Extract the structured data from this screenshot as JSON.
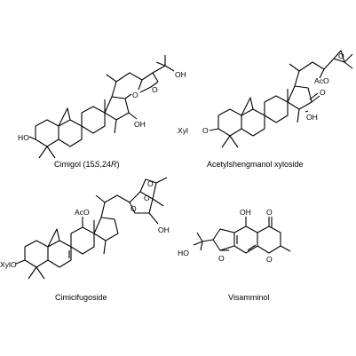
{
  "compounds": {
    "cimigol": {
      "name": "Cimigol (15",
      "s1": "S",
      "sep": ",24",
      "s2": "R",
      "close": ")",
      "labels": {
        "ho": "HO",
        "oh_side": "OH",
        "oh_d": "OH",
        "o1": "O",
        "o2": "O"
      }
    },
    "acetyl": {
      "name": "Acetylshengmanol xyloside",
      "labels": {
        "xyl": "Xyl",
        "o": "O",
        "aco": "AcO",
        "keto": "O",
        "ep": "O",
        "oh": "OH"
      }
    },
    "cimicifugoside": {
      "name": "Cimicifugoside",
      "labels": {
        "aco": "AcO",
        "xyl": "Xyl",
        "o": "O",
        "o1": "O",
        "o2": "O",
        "ep": "O",
        "oh": "OH"
      }
    },
    "visamminol": {
      "name": "Visamminol",
      "labels": {
        "oh_top": "OH",
        "keto": "O",
        "ho": "HO",
        "o_fur": "O",
        "o_pyr": "O"
      }
    }
  }
}
